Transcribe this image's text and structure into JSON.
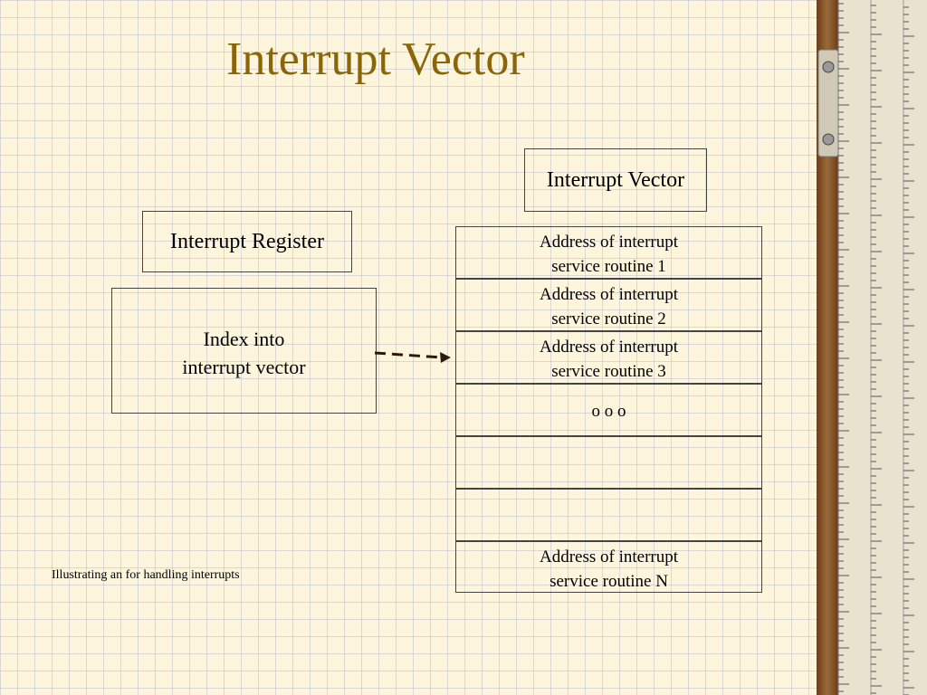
{
  "slide": {
    "title": "Interrupt Vector",
    "caption": "Illustrating an for handling interrupts"
  },
  "interrupt_vector_label": "Interrupt Vector",
  "interrupt_register": {
    "label": "Interrupt Register",
    "index_line1": "Index into",
    "index_line2": "interrupt vector"
  },
  "vector_entries": [
    {
      "line1": "Address of interrupt",
      "line2": "service routine 1"
    },
    {
      "line1": "Address of interrupt",
      "line2": "service routine 2"
    },
    {
      "line1": "Address of interrupt",
      "line2": "service routine 3"
    },
    {
      "line1": "o o o",
      "line2": ""
    },
    {
      "line1": "",
      "line2": ""
    },
    {
      "line1": "",
      "line2": ""
    },
    {
      "line1": "Address of interrupt",
      "line2": "service routine N"
    }
  ],
  "colors": {
    "title": "#8b6508",
    "background": "#fdf6dc",
    "ruler_wood": "#8a5a2b"
  }
}
